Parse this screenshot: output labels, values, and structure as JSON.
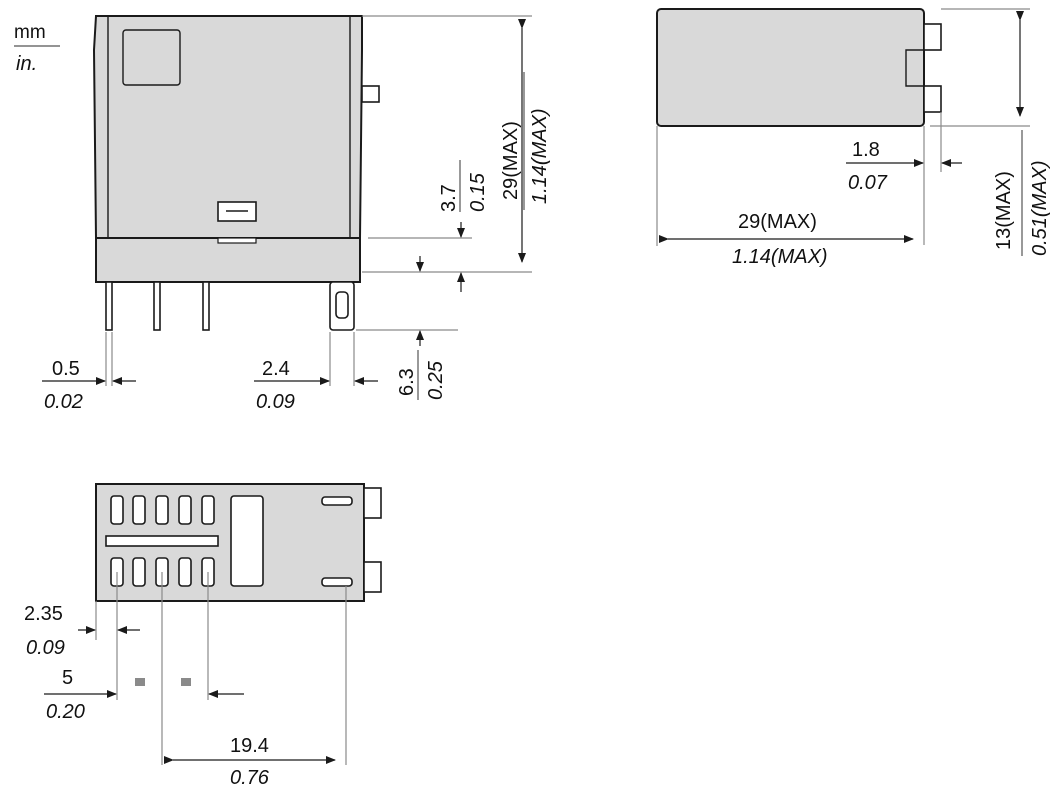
{
  "units": {
    "mm": "mm",
    "in": "in."
  },
  "side_view": {
    "height": {
      "mm": "29(MAX)",
      "in": "1.14(MAX)"
    },
    "base_offset": {
      "mm": "3.7",
      "in": "0.15"
    },
    "pin_length": {
      "mm": "6.3",
      "in": "0.25"
    },
    "pin_width": {
      "mm": "0.5",
      "in": "0.02"
    },
    "tab_width": {
      "mm": "2.4",
      "in": "0.09"
    }
  },
  "top_view": {
    "height": {
      "mm": "13(MAX)",
      "in": "0.51(MAX)"
    },
    "tab_offset": {
      "mm": "1.8",
      "in": "0.07"
    },
    "width": {
      "mm": "29(MAX)",
      "in": "1.14(MAX)"
    }
  },
  "bottom_view": {
    "edge_offset": {
      "mm": "2.35",
      "in": "0.09"
    },
    "pin_pitch": {
      "mm": "5",
      "in": "0.20"
    },
    "span": {
      "mm": "19.4",
      "in": "0.76"
    }
  }
}
